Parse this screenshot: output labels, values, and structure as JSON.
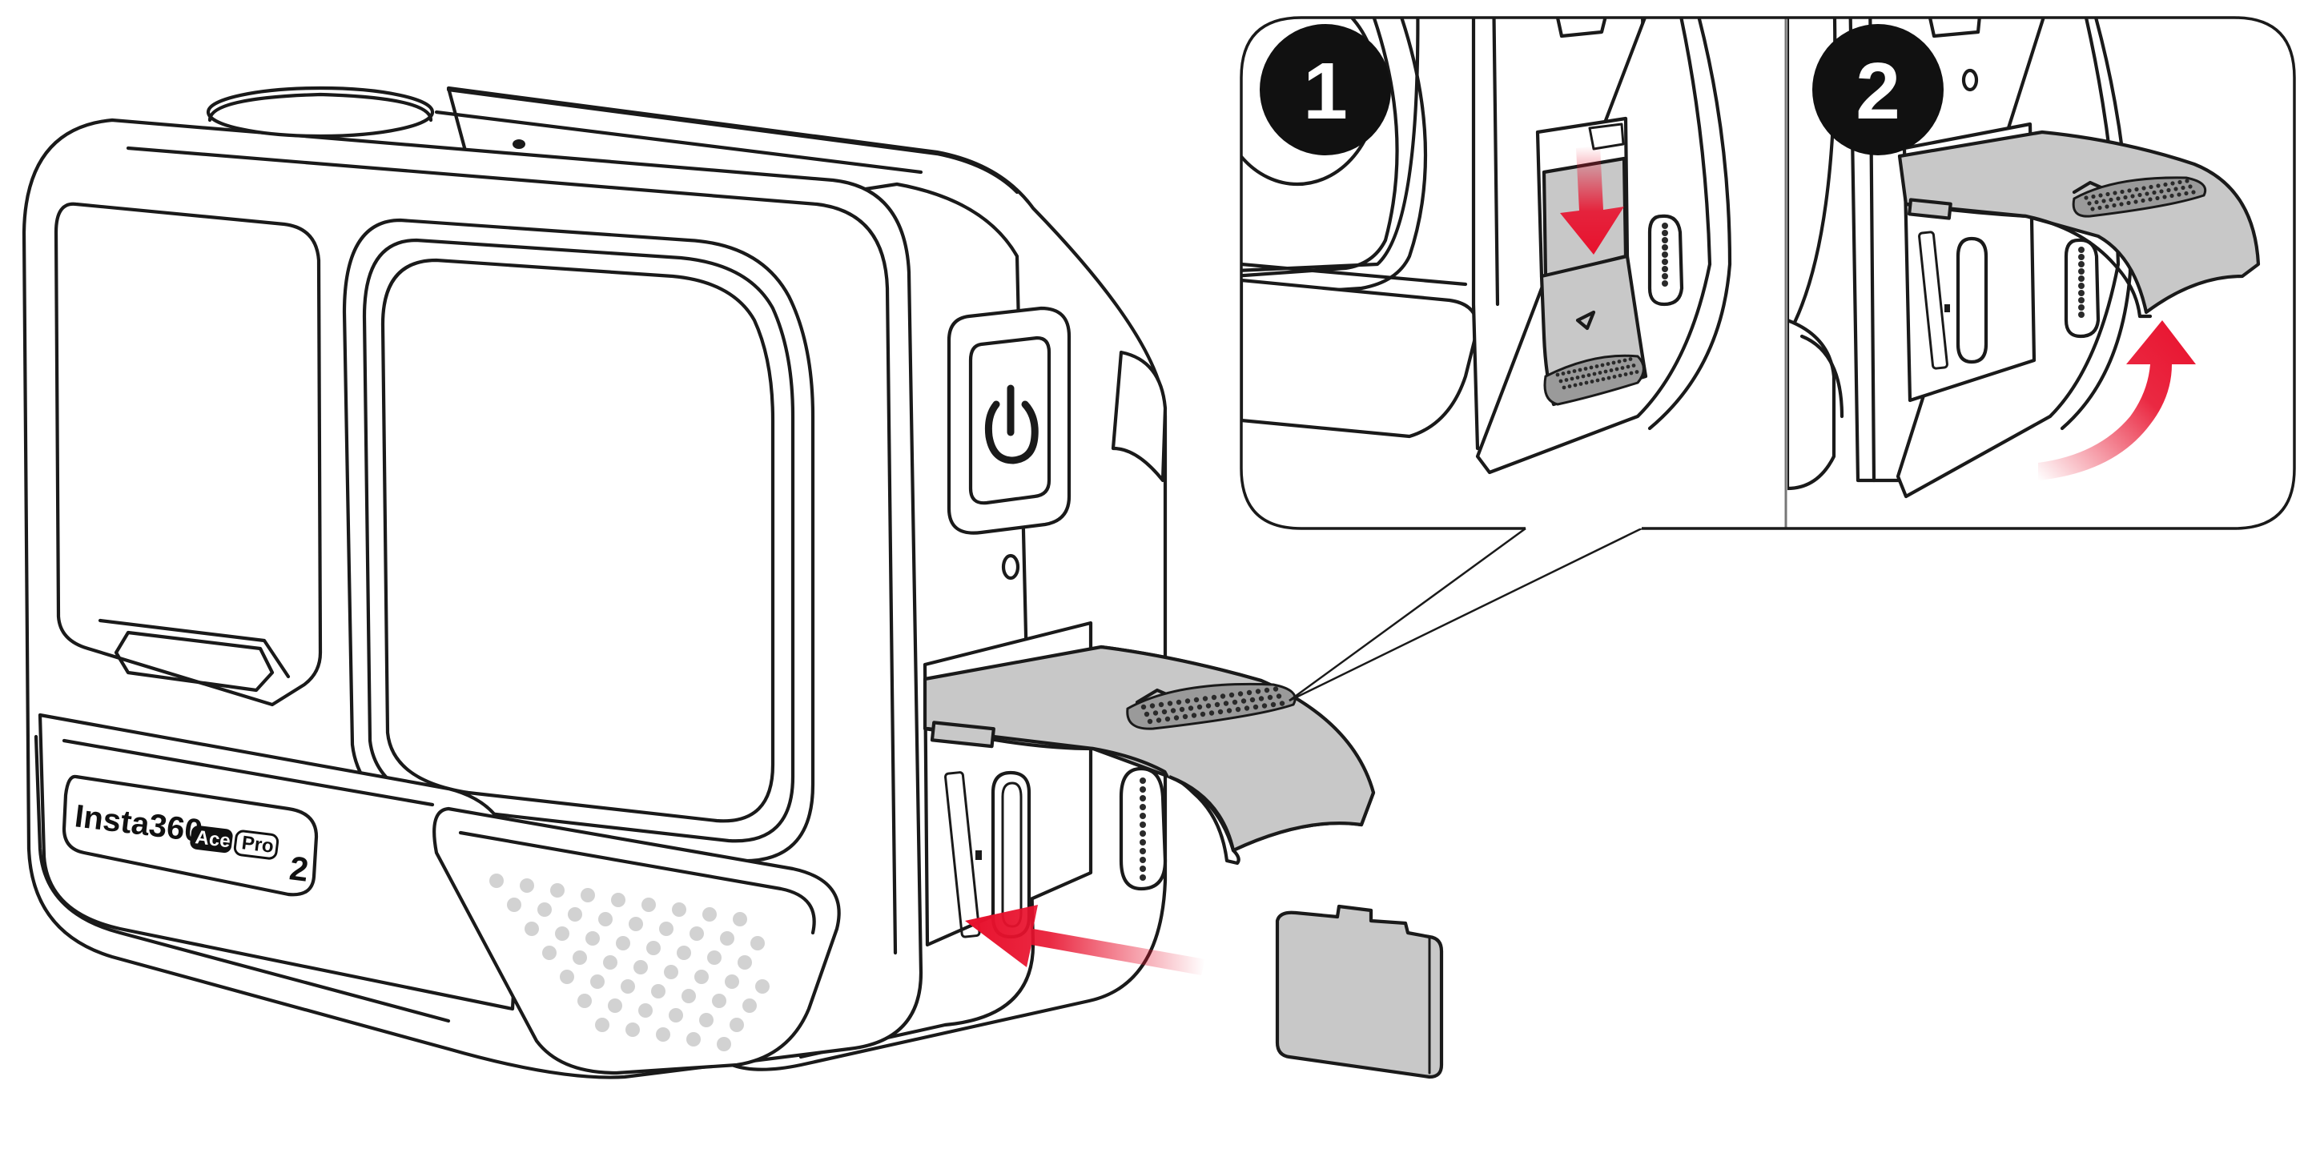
{
  "figure": {
    "brand_logo": {
      "main": "Insta360",
      "model_a": "Ace",
      "model_b": "Pro",
      "generation": "2"
    },
    "steps": [
      {
        "number": "1",
        "action": "slide-latch-down"
      },
      {
        "number": "2",
        "action": "flip-door-open"
      }
    ],
    "colors": {
      "line": "#1a1a1a",
      "door_gray": "#c8c8c8",
      "card_gray": "#c8c8c8",
      "arrow_red": "#e8112d",
      "badge": "#111111"
    },
    "icons": [
      "power-icon",
      "down-arrow-icon",
      "curved-up-arrow-icon",
      "insert-arrow-icon"
    ]
  }
}
